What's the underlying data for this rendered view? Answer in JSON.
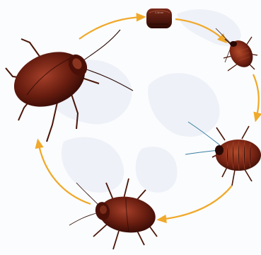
{
  "diagram": {
    "egg_case_label": "1.5mm",
    "colors": {
      "arrow": "#f0a92a",
      "body_dark": "#3d0f08",
      "body_mid": "#6a1e10",
      "body_light": "#9a3a1f",
      "legs": "#4a1608",
      "antennae_nymph": "#3a7fa0",
      "watermark": "#eef1f7"
    },
    "stages": [
      {
        "name": "egg-case"
      },
      {
        "name": "small-nymph"
      },
      {
        "name": "large-nymph"
      },
      {
        "name": "young-adult"
      },
      {
        "name": "adult"
      }
    ]
  }
}
